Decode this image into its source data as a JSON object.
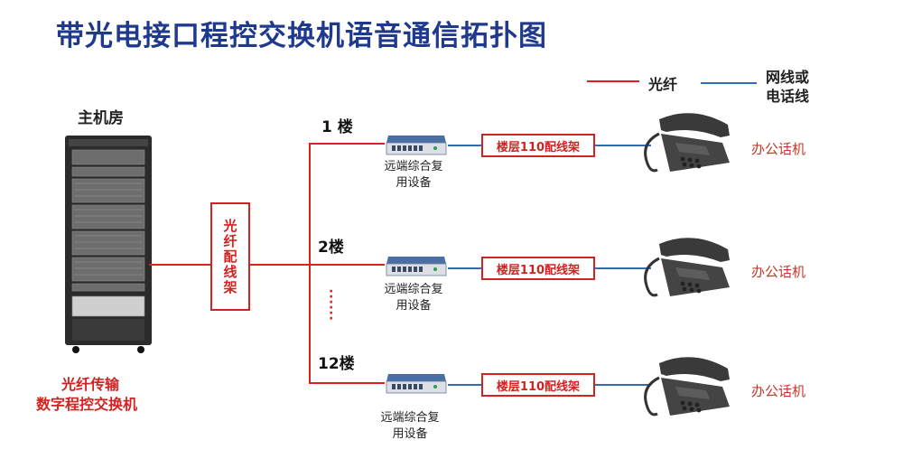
{
  "title": "带光电接口程控交换机语音通信拓扑图",
  "legend": {
    "fiber_label": "光纤",
    "copper_label_1": "网线或",
    "copper_label_2": "电话线",
    "fiber_color": "#e02020",
    "copper_color": "#2f6db5"
  },
  "machine_room": {
    "label": "主机房",
    "caption_1": "光纤传输",
    "caption_2": "数字程控交换机"
  },
  "odf": {
    "label": "光纤配线架"
  },
  "floors": [
    {
      "label": "1 楼",
      "device_1": "远端综合复",
      "device_2": "用设备",
      "mdf": "楼层110配线架",
      "phone": "办公话机"
    },
    {
      "label": "2楼",
      "device_1": "远端综合复",
      "device_2": "用设备",
      "mdf": "楼层110配线架",
      "phone": "办公话机"
    },
    {
      "label": "12楼",
      "device_1": "远端综合复",
      "device_2": "用设备",
      "mdf": "楼层110配线架",
      "phone": "办公话机"
    }
  ],
  "icons": [
    "server-rack-icon",
    "network-device-icon",
    "telephone-icon"
  ]
}
